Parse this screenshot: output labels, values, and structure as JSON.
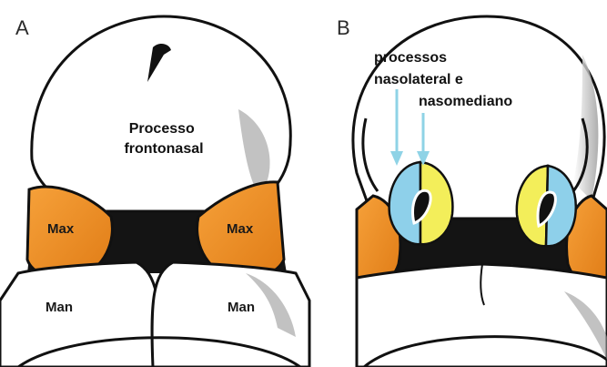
{
  "panels": {
    "a": {
      "letter": "A",
      "frontonasal": [
        "Processo",
        "frontonasal"
      ],
      "max_left": "Max",
      "max_right": "Max",
      "man_left": "Man",
      "man_right": "Man"
    },
    "b": {
      "letter": "B",
      "nasal_processes": [
        "processos",
        "nasolateral e",
        "nasomediano"
      ]
    }
  },
  "colors": {
    "maxillary": "#f0922a",
    "nasolateral": "#8ed0ea",
    "nasomedial": "#f3ee5a",
    "outline": "#111111",
    "arrow": "#8fd3e6"
  }
}
